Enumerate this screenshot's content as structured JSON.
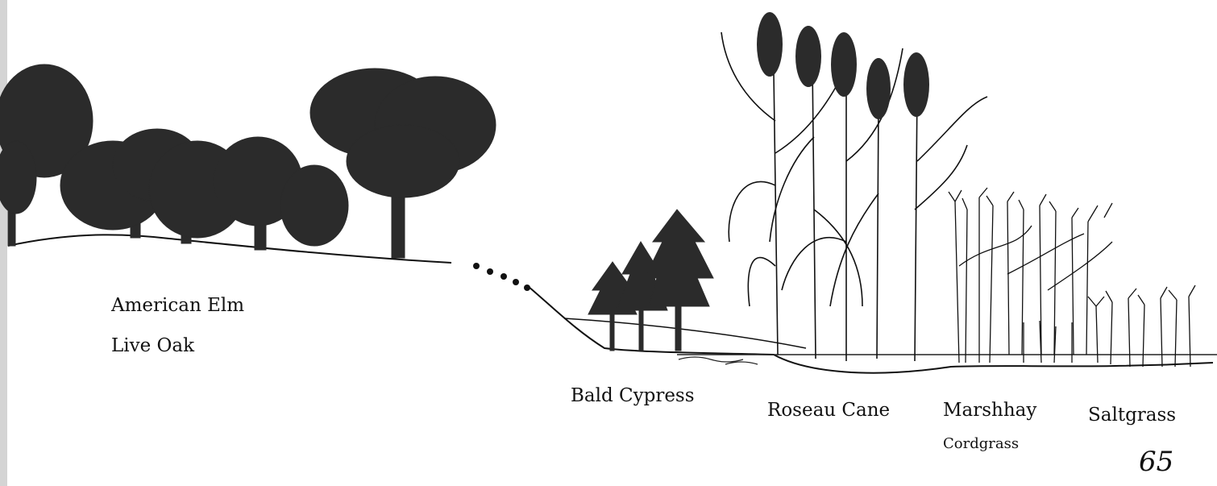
{
  "labels": {
    "american_elm": "American Elm",
    "live_oak": "Live Oak",
    "bald_cypress": "Bald Cypress",
    "roseau_cane": "Roseau Cane",
    "marshhay": "Marshhay",
    "cordgrass": "Cordgrass",
    "saltgrass": "Saltgrass"
  },
  "page_number": "65",
  "colors": {
    "ink": "#111111",
    "tree_fill": "#2b2b2b",
    "background": "#ffffff"
  }
}
